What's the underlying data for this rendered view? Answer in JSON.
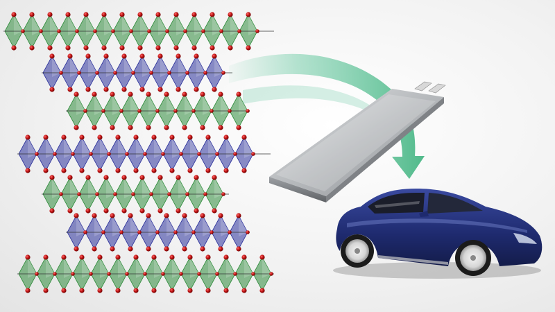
{
  "scene": {
    "kind": "illustration",
    "elements": [
      "layered-crystal-lattice",
      "curved-arrow",
      "pouch-battery-cell",
      "electric-car"
    ]
  },
  "colors": {
    "background": "#f1f1f1",
    "layer_green": "#2e8b3a",
    "layer_blue": "#2a2f9a",
    "atom_red": "#b01010",
    "arrow": "#5cc59a",
    "battery": "#b9bcbf",
    "car_body": "#1f2a6b"
  },
  "lattice": {
    "layers": [
      {
        "color": "green"
      },
      {
        "color": "blue"
      },
      {
        "color": "green"
      },
      {
        "color": "blue"
      },
      {
        "color": "green"
      },
      {
        "color": "blue"
      },
      {
        "color": "green"
      }
    ]
  }
}
